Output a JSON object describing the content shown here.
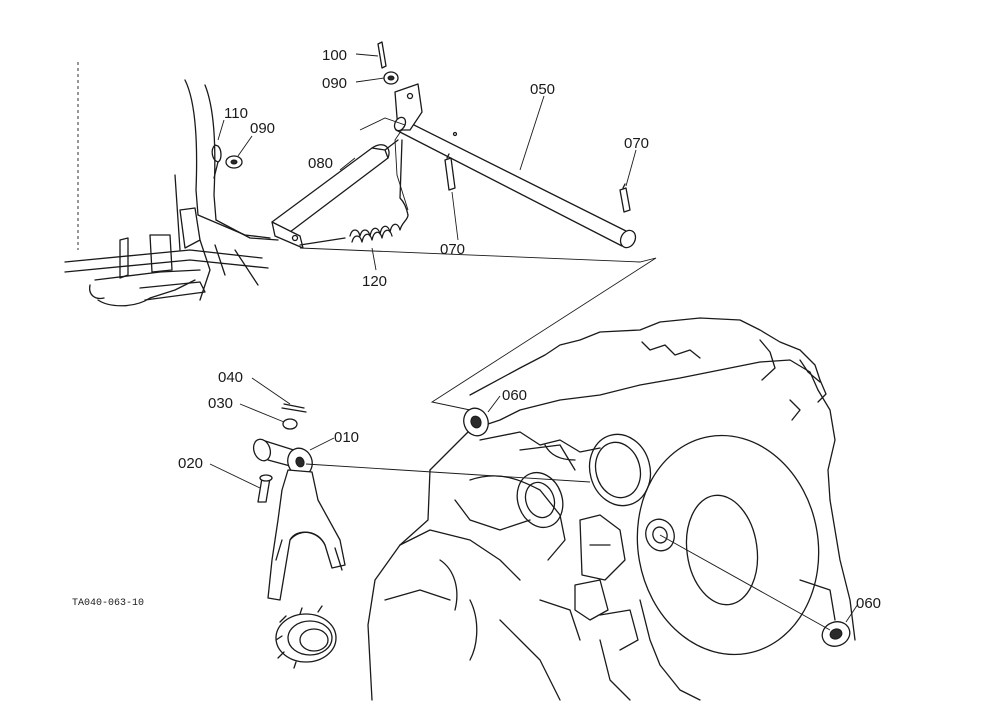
{
  "part_labels": [
    {
      "id": "100",
      "text": "100"
    },
    {
      "id": "090a",
      "text": "090"
    },
    {
      "id": "110",
      "text": "110"
    },
    {
      "id": "090b",
      "text": "090"
    },
    {
      "id": "080",
      "text": "080"
    },
    {
      "id": "050",
      "text": "050"
    },
    {
      "id": "070a",
      "text": "070"
    },
    {
      "id": "070b",
      "text": "070"
    },
    {
      "id": "120",
      "text": "120"
    },
    {
      "id": "040",
      "text": "040"
    },
    {
      "id": "030",
      "text": "030"
    },
    {
      "id": "010",
      "text": "010"
    },
    {
      "id": "020",
      "text": "020"
    },
    {
      "id": "060a",
      "text": "060"
    },
    {
      "id": "060b",
      "text": "060"
    }
  ],
  "drawing_code": "TA040-063-10"
}
